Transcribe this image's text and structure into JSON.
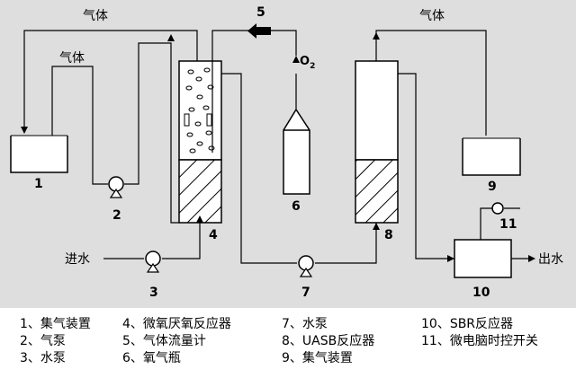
{
  "diagram": {
    "colors": {
      "panel": "#dedede",
      "line": "#000000",
      "hatch_fill": "#ffffff"
    },
    "gas_label_left": "气体",
    "gas_label_mid": "气体",
    "gas_label_right": "气体",
    "o2_label": "O",
    "o2_sub": "2",
    "inlet_label": "进水",
    "outlet_label": "出水",
    "numbers": {
      "n1": "1",
      "n2": "2",
      "n3": "3",
      "n4": "4",
      "n5": "5",
      "n6": "6",
      "n7": "7",
      "n8": "8",
      "n9": "9",
      "n10": "10",
      "n11": "11"
    }
  },
  "legend": {
    "col1": [
      "1、集气装置",
      "2、气泵",
      "3、水泵"
    ],
    "col2": [
      "4、微氧厌氧反应器",
      "5、气体流量计",
      "6、氧气瓶"
    ],
    "col3": [
      "7、水泵",
      "8、UASB反应器",
      "9、集气装置"
    ],
    "col4": [
      "10、SBR反应器",
      "11、微电脑时控开关"
    ]
  }
}
